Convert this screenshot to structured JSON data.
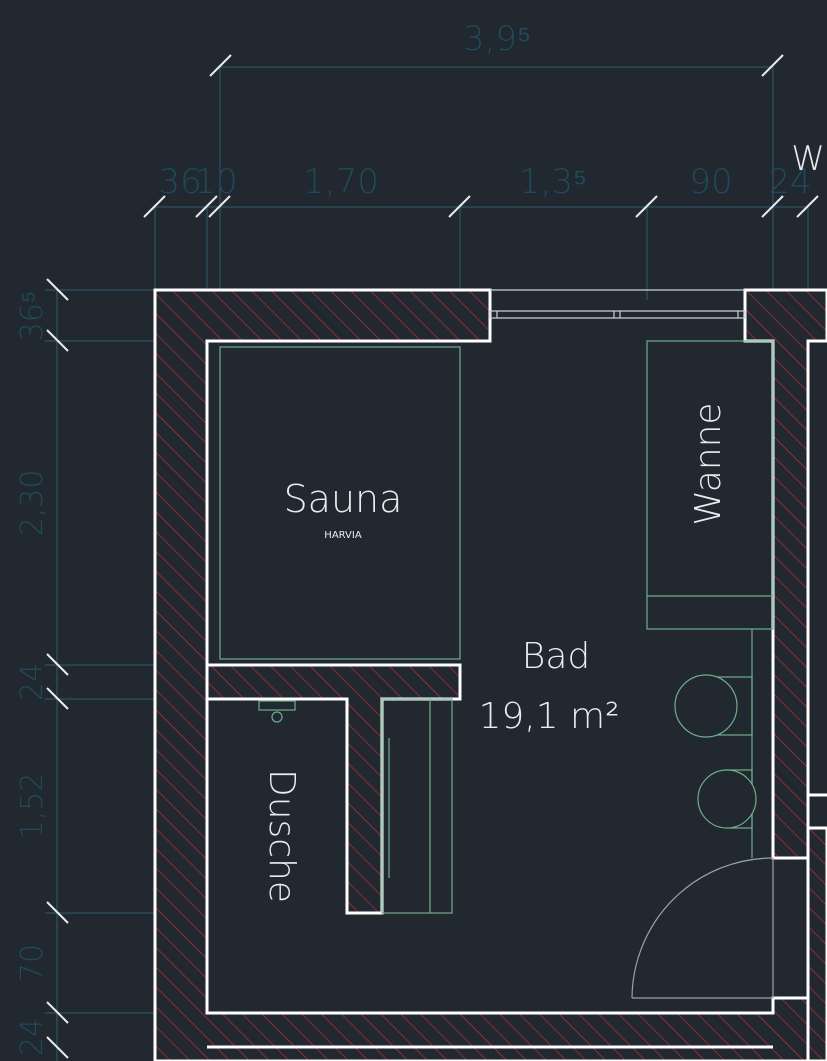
{
  "dimensions": {
    "top_total": "3,9⁵",
    "top_segments": [
      "36",
      "10",
      "1,70",
      "1,3⁵",
      "90",
      "24"
    ],
    "left_segments": [
      "36⁵",
      "2,30",
      "24",
      "1,52",
      "70",
      "24"
    ]
  },
  "labels": {
    "edge_letter": "W",
    "sauna": "Sauna",
    "sauna_brand": "HARVIA",
    "room_name": "Bad",
    "room_area": "19,1 m²",
    "tub": "Wanne",
    "shower": "Dusche"
  },
  "colors": {
    "background": "#212830",
    "wall_hatch": "#c0303a",
    "wall_outline": "#ffffff",
    "fixture_lines": "#6fae8a",
    "dimension_text": "#1f4a5a"
  }
}
